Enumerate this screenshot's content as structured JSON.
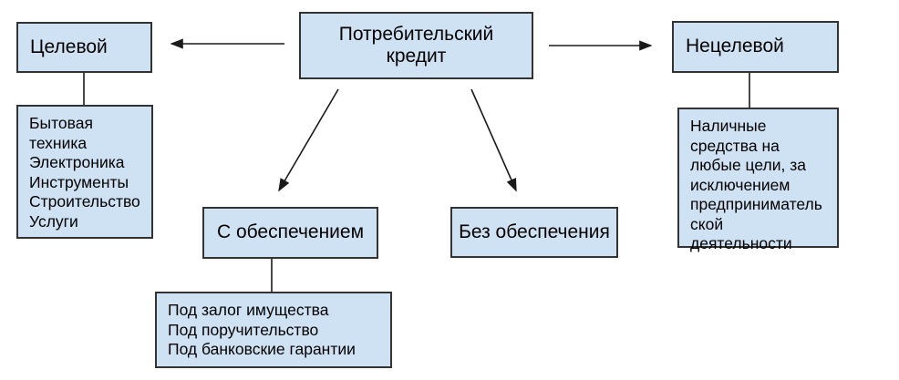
{
  "nodes": {
    "root": {
      "label": "Потребительский\nкредит"
    },
    "targeted": {
      "label": "Целевой"
    },
    "targeted_examples": {
      "label": "Бытовая\nтехника\nЭлектроника\nИнструменты\nСтроительство\nУслуги"
    },
    "non_targeted": {
      "label": "Нецелевой"
    },
    "non_targeted_details": {
      "label": "Наличные\nсредства на\nлюбые цели, за\nисключением\nпредприниматель\nской\nдеятельности"
    },
    "secured": {
      "label": "С обеспечением"
    },
    "secured_types": {
      "label": "Под залог имущества\nПод поручительство\nПод банковские гарантии"
    },
    "unsecured": {
      "label": "Без обеспечения"
    }
  },
  "edges": [
    {
      "from": "root",
      "to": "targeted",
      "style": "arrow"
    },
    {
      "from": "root",
      "to": "non_targeted",
      "style": "arrow"
    },
    {
      "from": "root",
      "to": "secured",
      "style": "arrow"
    },
    {
      "from": "root",
      "to": "unsecured",
      "style": "arrow"
    },
    {
      "from": "targeted",
      "to": "targeted_examples",
      "style": "line"
    },
    {
      "from": "non_targeted",
      "to": "non_targeted_details",
      "style": "line"
    },
    {
      "from": "secured",
      "to": "secured_types",
      "style": "line"
    }
  ],
  "colors": {
    "box_fill": "#cfe2f3",
    "box_border": "#333333",
    "connector": "#1a1a1a",
    "text": "#000000",
    "background": "#ffffff"
  }
}
